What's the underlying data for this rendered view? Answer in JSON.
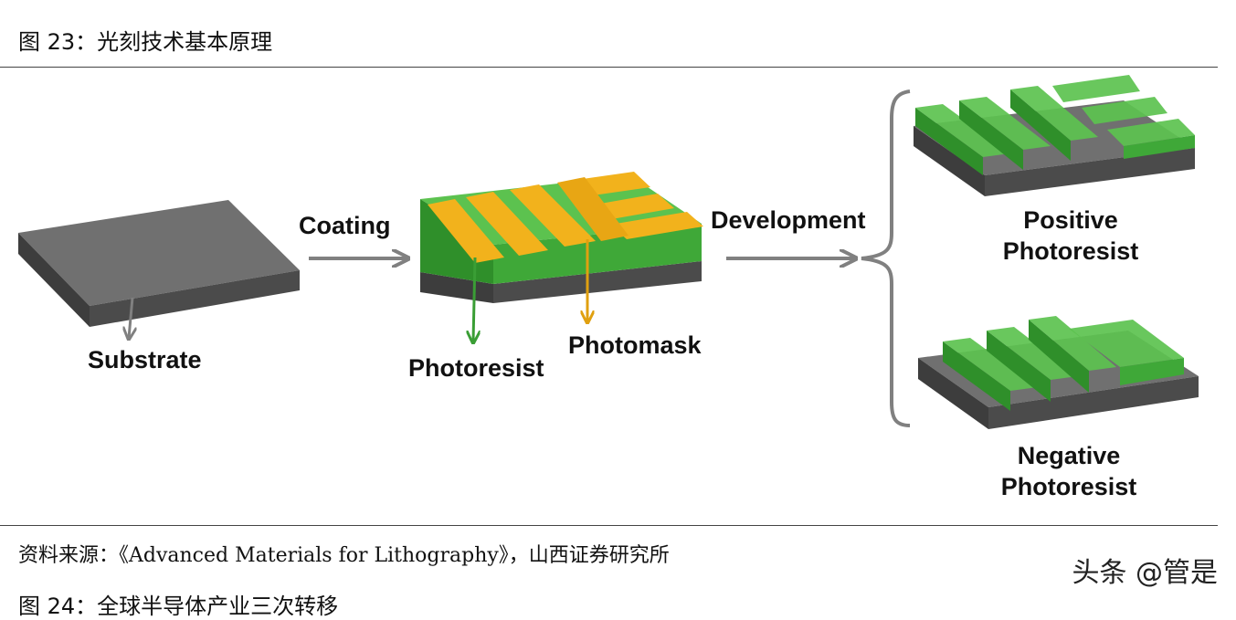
{
  "figure": {
    "title": "图 23：光刻技术基本原理",
    "labels": {
      "substrate": "Substrate",
      "coating": "Coating",
      "photoresist": "Photoresist",
      "photomask": "Photomask",
      "development": "Development",
      "positive_line1": "Positive",
      "positive_line2": "Photoresist",
      "negative_line1": "Negative",
      "negative_line2": "Photoresist"
    },
    "colors": {
      "substrate_top": "#707070",
      "substrate_front": "#4b4b4b",
      "substrate_side": "#3d3d3d",
      "resist_green": "#46b040",
      "mask_yellow": "#f2b21c",
      "arrow_gray": "#808080"
    }
  },
  "source": "资料来源：《Advanced Materials for Lithography》，山西证券研究所",
  "watermark": "头条 @管是",
  "next_caption": "图 24：全球半导体产业三次转移"
}
